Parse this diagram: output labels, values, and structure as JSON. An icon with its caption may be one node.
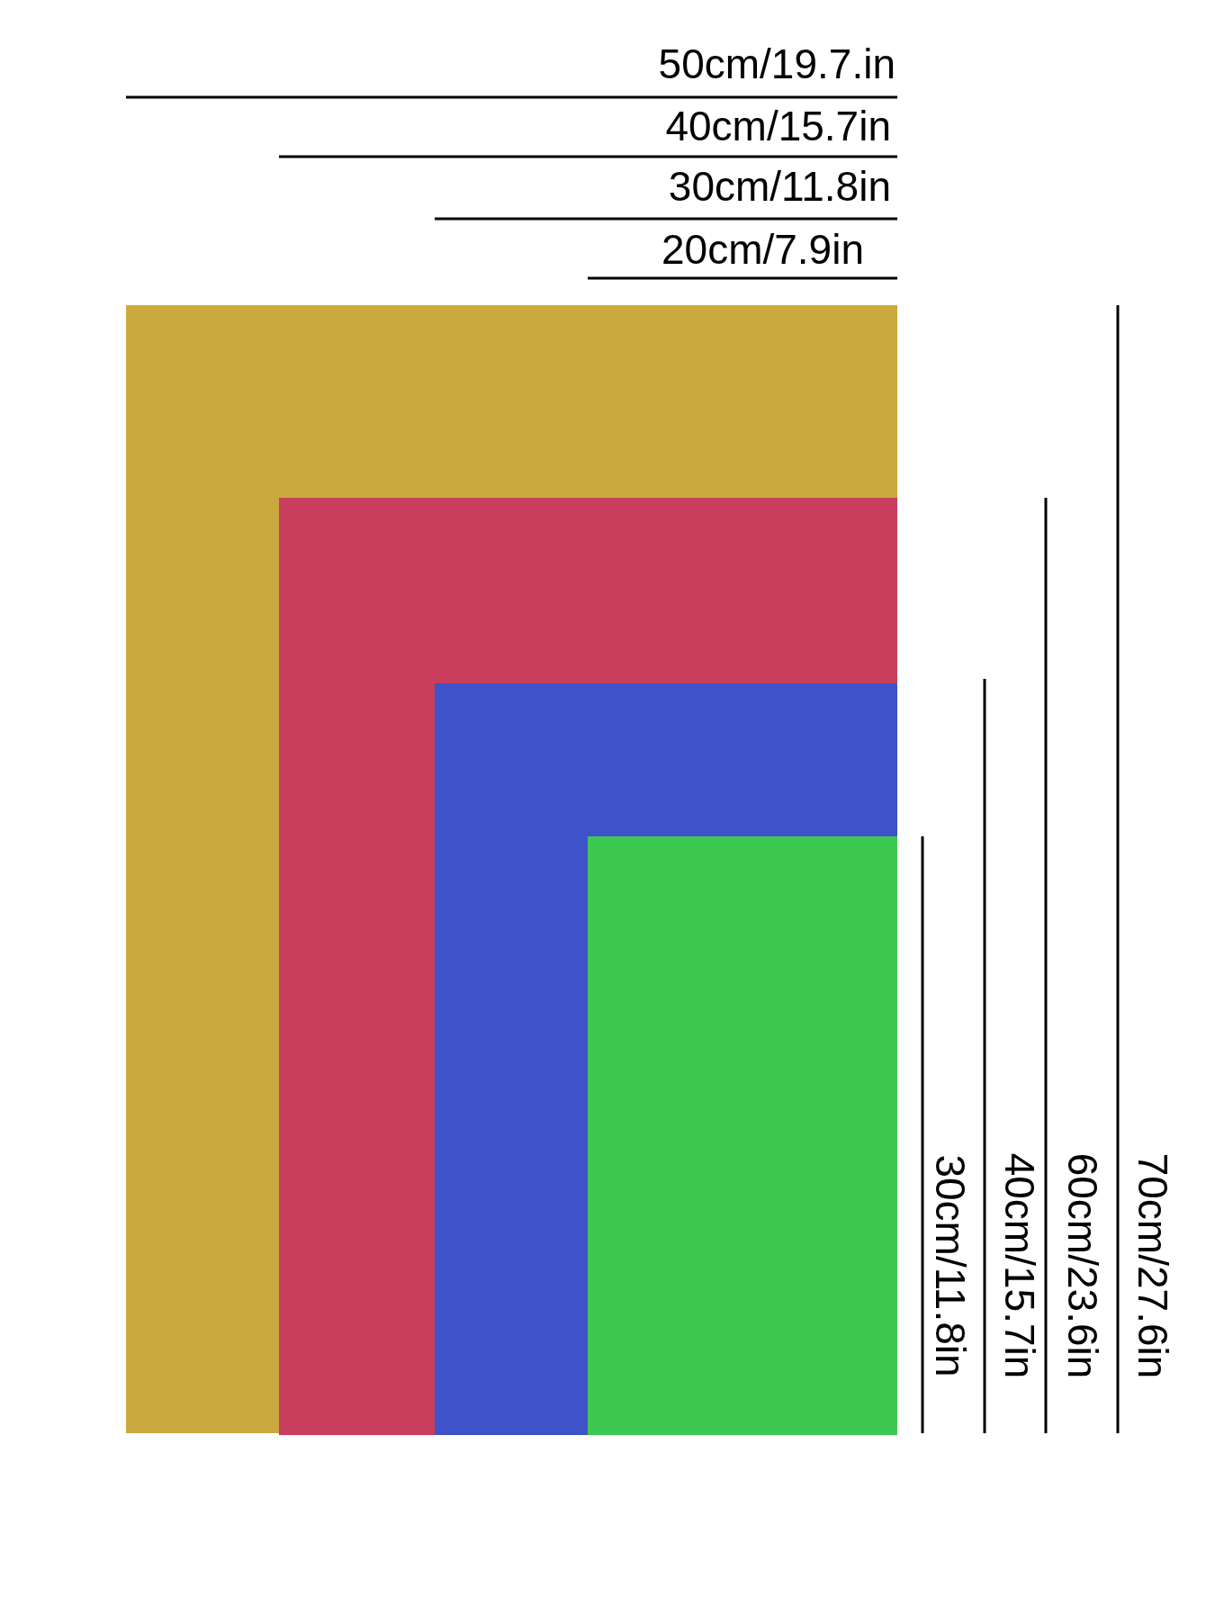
{
  "diagram": {
    "nodes": [
      {
        "text": [],
        "shape": "box"
      },
      {
        "text": [],
        "shape": "box",
        "in": 0
      },
      {
        "text": [],
        "shape": "box",
        "in": 1
      },
      {
        "text": [],
        "shape": "box",
        "in": 2
      }
    ],
    "labels": [
      "50cm/19.7.in",
      "40cm/15.7in",
      "30cm/11.8in",
      "20cm/7.9in",
      "30cm/11.8in",
      "40cm/15.7in",
      "60cm/23.6in",
      "70cm/27.6in"
    ]
  }
}
